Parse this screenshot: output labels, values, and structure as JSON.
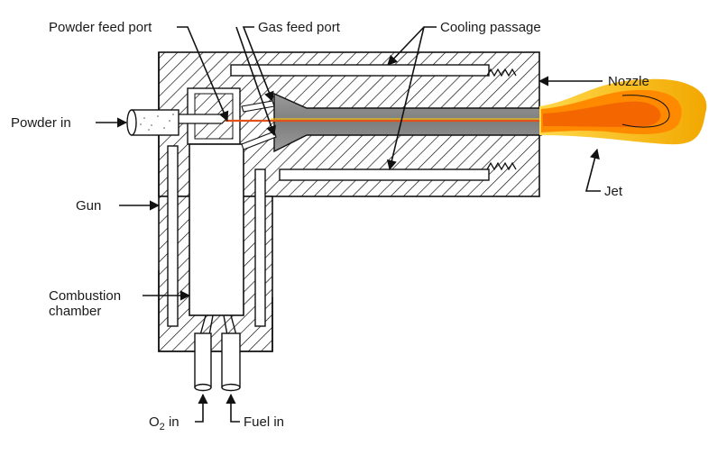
{
  "labels": {
    "powder_feed_port": "Powder feed port",
    "gas_feed_port": "Gas feed port",
    "cooling_passage": "Cooling passage",
    "nozzle": "Nozzle",
    "powder_in": "Powder in",
    "jet": "Jet",
    "gun": "Gun",
    "combustion_chamber_line1": "Combustion",
    "combustion_chamber_line2": "chamber",
    "o2_in_prefix": "O",
    "o2_in_subscript": "2",
    "o2_in_suffix": " in",
    "fuel_in": "Fuel in"
  },
  "colors": {
    "metal_hatch": "#000000",
    "bore": "#8c8c8c",
    "particle_stream": "#e0521a",
    "flame_outer": "#f6b300",
    "flame_mid": "#ff8a00",
    "flame_core": "#e24a00"
  }
}
